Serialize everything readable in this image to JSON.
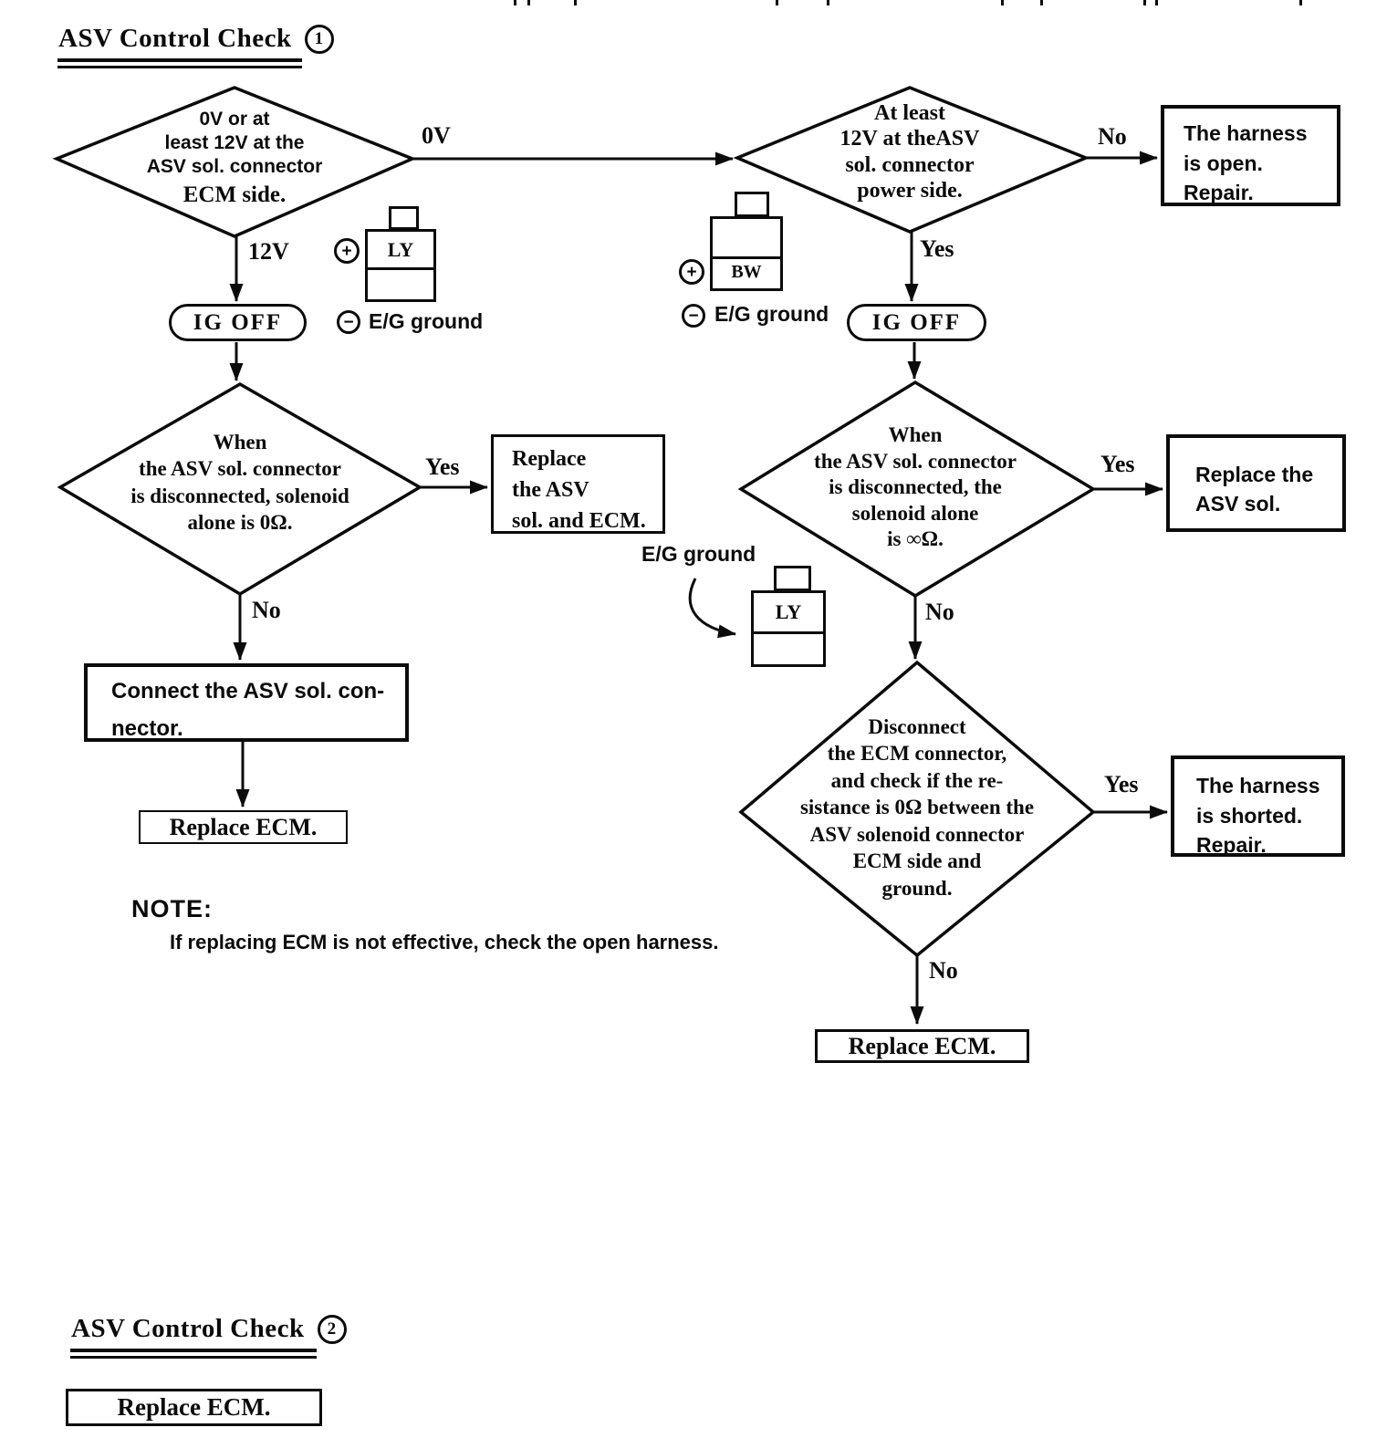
{
  "sections": {
    "check1": {
      "title": "ASV Control Check",
      "number": "1"
    },
    "check2": {
      "title": "ASV Control Check",
      "number": "2"
    }
  },
  "diamonds": {
    "d1_line1": "0V or at\nleast 12V at the\nASV sol. connector",
    "d1_line2": "ECM side.",
    "d1r": "At least\n12V at theASV\nsol. connector\npower side.",
    "d2": "When\nthe ASV sol. connector\nis disconnected, solenoid\nalone is 0Ω.",
    "d2r": "When\nthe ASV sol. connector\nis disconnected, the\nsolenoid alone\nis ∞Ω.",
    "d3": "Disconnect\nthe ECM connector,\nand check if the re-\nsistance is 0Ω between the\nASV solenoid connector\nECM side and\nground."
  },
  "boxes": {
    "harness_open": "The harness\nis open.\nRepair.",
    "replace_asv_ecm": "Replace\nthe ASV\nsol. and ECM.",
    "connect_asv": "Connect the ASV sol. con-\nnector.",
    "replace_ecm_left": "Replace ECM.",
    "replace_asv": "Replace the\nASV sol.",
    "harness_shorted": "The harness\nis shorted.\nRepair.",
    "replace_ecm_right": "Replace ECM.",
    "replace_ecm_check2": "Replace ECM."
  },
  "labels": {
    "v0": "0V",
    "v12": "12V",
    "yes": "Yes",
    "no": "No",
    "ig_off": "IG OFF",
    "eg_ground": "E/G ground",
    "plus": "+",
    "minus": "−"
  },
  "connectors": {
    "left_label": "LY",
    "right_label": "BW",
    "middle_label": "LY"
  },
  "note": {
    "heading": "NOTE:",
    "text": "If replacing ECM is not effective, check the open harness."
  }
}
